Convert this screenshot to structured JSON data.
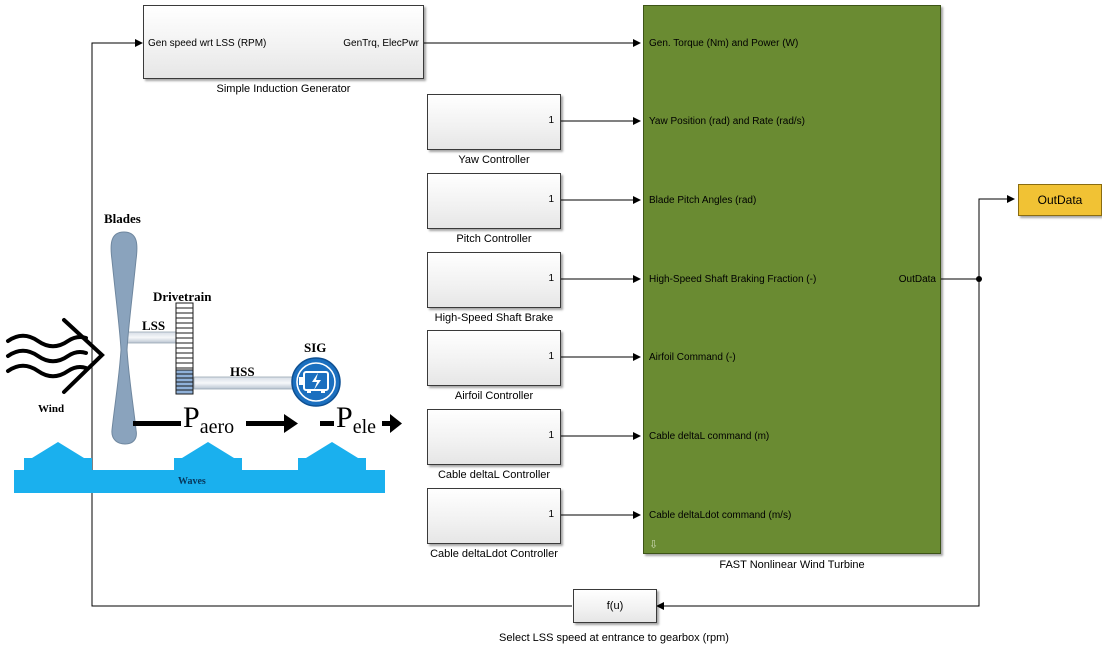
{
  "generator": {
    "in_port": "Gen speed wrt LSS (RPM)",
    "out_port": "GenTrq, ElecPwr",
    "caption": "Simple Induction Generator"
  },
  "controllers": [
    {
      "caption": "Yaw Controller",
      "port": "1"
    },
    {
      "caption": "Pitch Controller",
      "port": "1"
    },
    {
      "caption": "High-Speed Shaft Brake",
      "port": "1"
    },
    {
      "caption": "Airfoil Controller",
      "port": "1"
    },
    {
      "caption": "Cable deltaL Controller",
      "port": "1"
    },
    {
      "caption": "Cable deltaLdot Controller",
      "port": "1"
    }
  ],
  "fast": {
    "caption": "FAST Nonlinear Wind Turbine",
    "inputs": [
      "Gen. Torque (Nm) and Power (W)",
      "Yaw Position (rad) and Rate (rad/s)",
      "Blade Pitch Angles (rad)",
      "High-Speed Shaft Braking Fraction (-)",
      "Airfoil Command (-)",
      "Cable deltaL command (m)",
      "Cable deltaLdot command (m/s)"
    ],
    "output": "OutData"
  },
  "outblock": {
    "label": "OutData"
  },
  "fcn": {
    "label": "f(u)",
    "caption": "Select LSS speed at entrance to gearbox (rpm)"
  },
  "illustration": {
    "blades": "Blades",
    "drivetrain": "Drivetrain",
    "lss": "LSS",
    "hss": "HSS",
    "sig": "SIG",
    "wind": "Wind",
    "waves": "Waves",
    "p_aero_main": "P",
    "p_aero_sub": "aero",
    "p_ele_main": "P",
    "p_ele_sub": "ele"
  },
  "colors": {
    "fast_block": "#6a8b32",
    "outdata_block": "#f1c234",
    "waves": "#1ab0ee",
    "blade": "#8aa3bd",
    "generator": "#1b6fbf"
  }
}
